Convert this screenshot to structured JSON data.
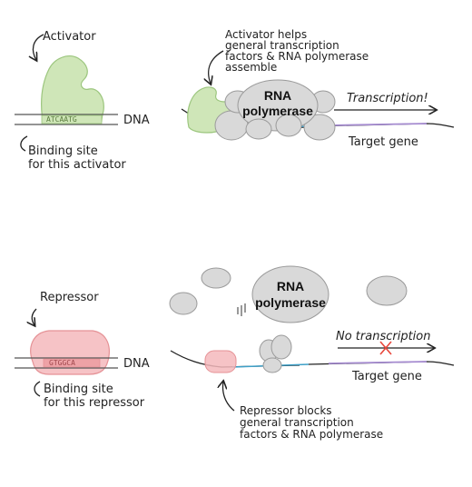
{
  "colors": {
    "activator_fill": "#cfe6b8",
    "activator_stroke": "#9cc67e",
    "repressor_fill": "#f4b9bc",
    "repressor_stroke": "#e59296",
    "protein_fill": "#d9d9d9",
    "protein_stroke": "#9a9a9a",
    "promoter_line": "#3ea0c8",
    "gene_line": "#a58bd0",
    "no_transcription_x": "#e8473b"
  },
  "top": {
    "activator_label": "Activator",
    "activator_site_seq": "ATCAATG",
    "dna_label": "DNA",
    "binding_site_label": [
      "Binding site",
      "for this activator"
    ],
    "helps_label": [
      "Activator helps",
      "general transcription",
      "factors & RNA polymerase",
      "assemble"
    ],
    "rna_pol_label": [
      "RNA",
      "polymerase"
    ],
    "transcription_label": "Transcription!",
    "target_gene_label": "Target gene"
  },
  "bottom": {
    "repressor_label": "Repressor",
    "repressor_site_seq": "GTGGCA",
    "dna_label": "DNA",
    "binding_site_label": [
      "Binding site",
      "for this repressor"
    ],
    "rna_pol_label": [
      "RNA",
      "polymerase"
    ],
    "no_transcription_label": "No transcription",
    "target_gene_label": "Target gene",
    "blocks_label": [
      "Repressor blocks",
      "general transcription",
      "factors & RNA polymerase"
    ]
  },
  "icons": {
    "motion_marks": "motion-lines-icon",
    "no_mark": "x-mark-icon"
  }
}
